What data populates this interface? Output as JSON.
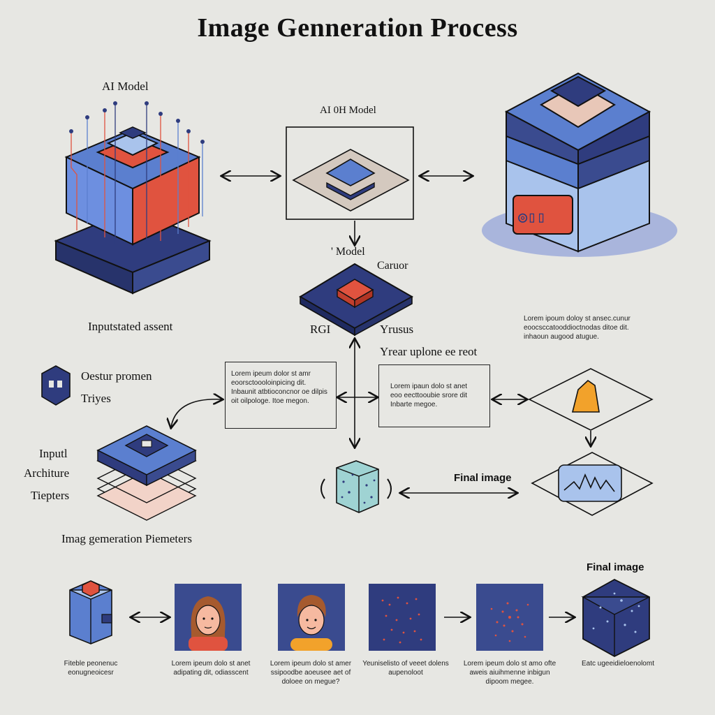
{
  "title": "Image Genneration Process",
  "labels": {
    "ai_model": "AI Model",
    "ai_oh_model": "AI 0H Model",
    "model": "' Model",
    "caruor": "Caruor",
    "rgi": "RGI",
    "yrusus": "Yrusus",
    "inputstated": "Inputstated assent",
    "yrear": "Yrear uplone ee reot",
    "oestur": "Oestur promen",
    "triyes": "Triyes",
    "inputl": "Inputl",
    "architure": "Architure",
    "tiepters": "Tiepters",
    "imag_gen": "Imag gemeration Piemeters",
    "final_image_mid": "Final image",
    "final_image_bottom": "Final image"
  },
  "text_blocks": {
    "right_note": "Lorem ipoum doloy st ansec.cunur eoocsccatooddioctnodas ditoe dit. inhaoun augood atugue.",
    "box_left": "Lorem ipeum dolor st amr eoorsctoooloinpicing dit. Inbaunit atbtioconcnor oe dilpis oit oilpologe. Itoe megon.",
    "box_right": "Lorem ipaun dolo st anet eoo eecttooubie srore dit Inbarte megoe."
  },
  "captions": [
    "Fiteble peonenuc eonugneoicesr",
    "Lorem ipeum dolo st anet adipating dit, odiasscent",
    "Lorem ipeum dolo st amer ssipoodbe aoeusee aet of doloee on megue?",
    "Yeuniselisto of veeet dolens aupenoloot",
    "Lorem ipeum dolo st amo ofte aweis aiuihmenne inbigun dipoom megee.",
    "Eatc ugeeidieloenolomt"
  ],
  "colors": {
    "background": "#e7e7e3",
    "navy": "#2f3c7e",
    "blue": "#5b7fcf",
    "light_blue": "#a9c3ec",
    "red": "#e0533f",
    "orange": "#f2a22b",
    "teal": "#9fd3d3"
  }
}
